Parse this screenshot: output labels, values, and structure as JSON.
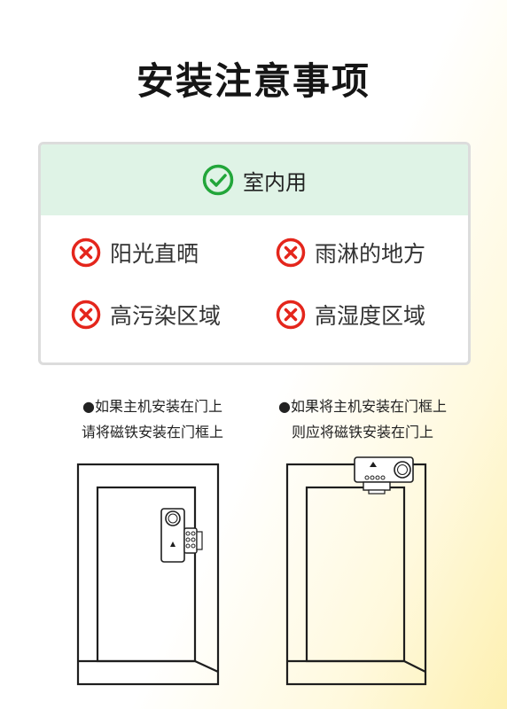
{
  "title": "安装注意事项",
  "header": {
    "label": "室内用",
    "icon": "check-circle-icon",
    "color": "#22a63a"
  },
  "warnings": [
    {
      "text": "阳光直晒",
      "icon": "x-circle-icon"
    },
    {
      "text": "雨淋的地方",
      "icon": "x-circle-icon"
    },
    {
      "text": "高污染区域",
      "icon": "x-circle-icon"
    },
    {
      "text": "高湿度区域",
      "icon": "x-circle-icon"
    }
  ],
  "warning_color": "#e4261c",
  "instructions": [
    {
      "line1": "●如果主机安装在门上",
      "line2": "请将磁铁安装在门框上"
    },
    {
      "line1": "●如果将主机安装在门框上",
      "line2": "则应将磁铁安装在门上"
    }
  ]
}
